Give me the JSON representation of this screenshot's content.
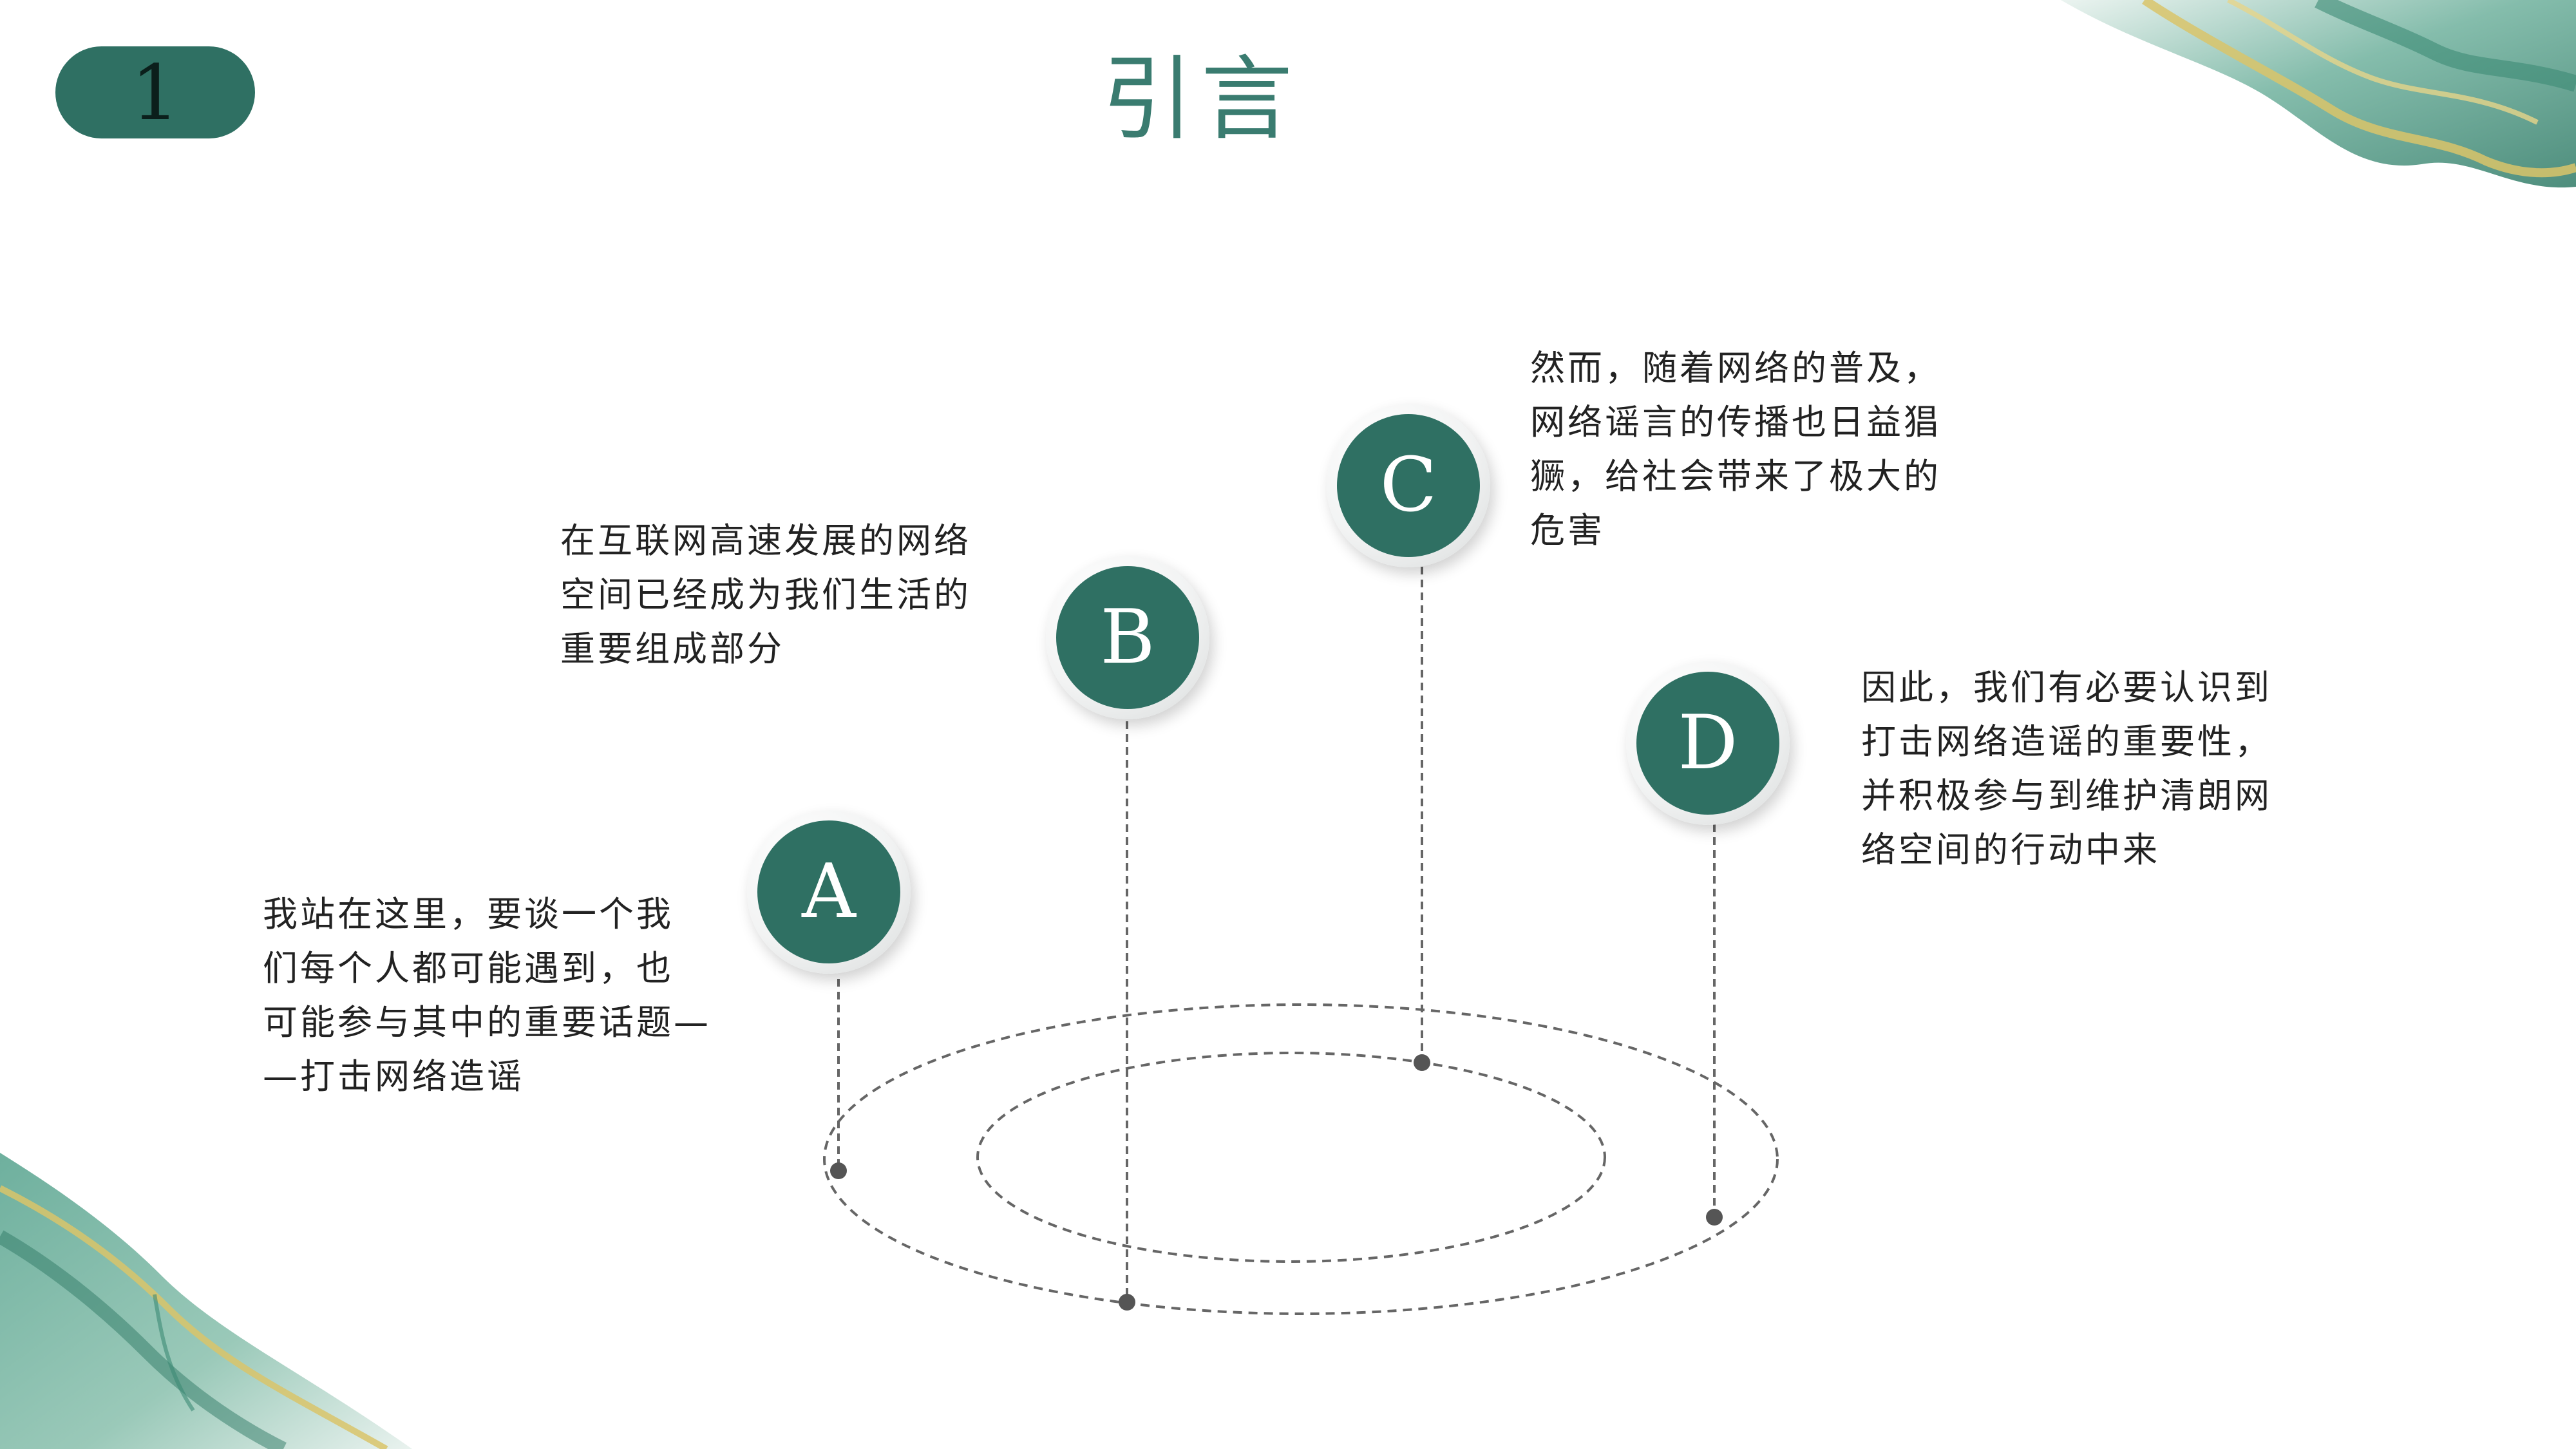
{
  "slide": {
    "page_number": "1",
    "title": "引言"
  },
  "items": [
    {
      "letter": "A",
      "text_lines": [
        "我站在这里，要谈一个我",
        "们每个人都可能遇到，也",
        "可能参与其中的重要话题—",
        "—打击网络造谣"
      ]
    },
    {
      "letter": "B",
      "text_lines": [
        "在互联网高速发展的网络",
        "空间已经成为我们生活的",
        "重要组成部分"
      ]
    },
    {
      "letter": "C",
      "text_lines": [
        "然而，随着网络的普及，",
        "网络谣言的传播也日益猖",
        "獗，给社会带来了极大的",
        "危害"
      ]
    },
    {
      "letter": "D",
      "text_lines": [
        "因此，我们有必要认识到",
        "打击网络造谣的重要性，",
        "并积极参与到维护清朗网",
        "络空间的行动中来"
      ]
    }
  ],
  "colors": {
    "accent": "#2f7063",
    "title": "#3a7c70",
    "text": "#222222",
    "line": "#666666",
    "decor_green": "#4f9a86",
    "decor_gold": "#d9c46a"
  }
}
